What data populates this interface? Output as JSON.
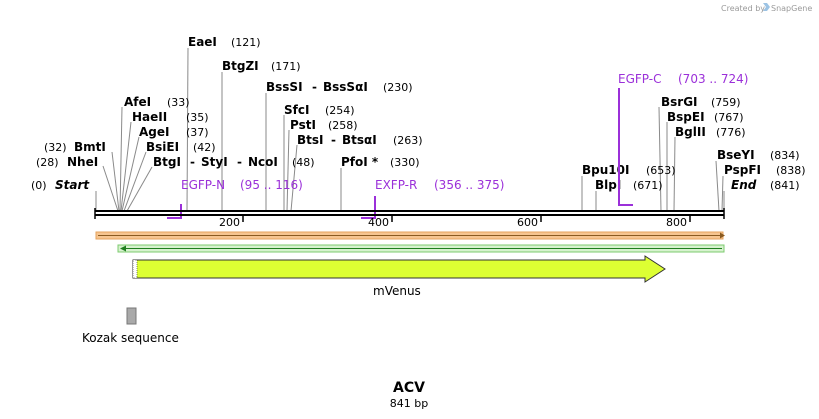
{
  "credit": "Created by",
  "credit_brand": "SnapGene",
  "title": "ACV",
  "length": "841 bp",
  "ruler_ticks": [
    "200",
    "400",
    "600",
    "800"
  ],
  "sites": [
    {
      "name": "Start",
      "pos": "(0)",
      "italic": true
    },
    {
      "name": "NheI",
      "pos": "(28)"
    },
    {
      "name": "BmtI",
      "pos": "(32)"
    },
    {
      "name": "AfeI",
      "pos": "(33)"
    },
    {
      "name": "HaeII",
      "pos": "(35)"
    },
    {
      "name": "AgeI",
      "pos": "(37)"
    },
    {
      "name": "BsiEI",
      "pos": "(42)"
    },
    {
      "name": "BtgI",
      "sep1": "-",
      "name2": "StyI",
      "sep2": "-",
      "name3": "NcoI",
      "pos": "(48)"
    },
    {
      "name": "EaeI",
      "pos": "(121)"
    },
    {
      "name": "BtgZI",
      "pos": "(171)"
    },
    {
      "name": "BssSI",
      "sep1": "-",
      "name2": "BssSαI",
      "pos": "(230)"
    },
    {
      "name": "SfcI",
      "pos": "(254)"
    },
    {
      "name": "PstI",
      "pos": "(258)"
    },
    {
      "name": "BtsI",
      "sep1": "-",
      "name2": "BtsαI",
      "pos": "(263)"
    },
    {
      "name": "PfoI *",
      "pos": "(330)"
    },
    {
      "name": "Bpu10I",
      "pos": "(653)"
    },
    {
      "name": "BlpI",
      "pos": "(671)"
    },
    {
      "name": "BsrGI",
      "pos": "(759)"
    },
    {
      "name": "BspEI",
      "pos": "(767)"
    },
    {
      "name": "BglII",
      "pos": "(776)"
    },
    {
      "name": "BseYI",
      "pos": "(834)"
    },
    {
      "name": "PspFI",
      "pos": "(838)"
    },
    {
      "name": "End",
      "pos": "(841)",
      "italic": true
    }
  ],
  "primers": [
    {
      "name": "EGFP-N",
      "range": "(95 .. 116)"
    },
    {
      "name": "EXFP-R",
      "range": "(356 .. 375)"
    },
    {
      "name": "EGFP-C",
      "range": "(703 .. 724)"
    }
  ],
  "features": [
    {
      "name": "mVenus",
      "color": "#ddff33"
    },
    {
      "name": "Kozak sequence",
      "color": "#a9a9a9"
    }
  ],
  "colors": {
    "primer": "#9b30d9",
    "orange_strand": "#f0a860",
    "green_strand": "#22aa22",
    "mvenus": "#ddff33",
    "kozak": "#a9a9a9"
  }
}
